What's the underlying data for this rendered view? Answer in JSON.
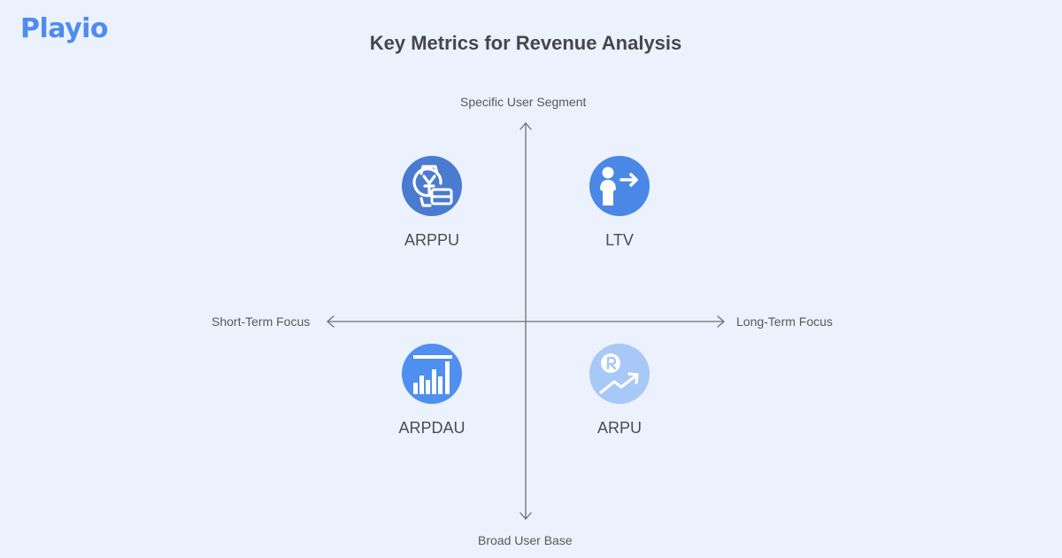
{
  "brand": {
    "logo_text": "Playio",
    "color": "#4F8BF0"
  },
  "title": "Key Metrics for Revenue Analysis",
  "axes": {
    "top": "Specific User Segment",
    "bottom": "Broad User Base",
    "left": "Short-Term Focus",
    "right": "Long-Term Focus",
    "line_color": "#6B6F75"
  },
  "quadrants": [
    {
      "position": "top-left",
      "label": "ARPPU",
      "icon": "watch-yen-card-icon",
      "color": "#4A7BD0"
    },
    {
      "position": "top-right",
      "label": "LTV",
      "icon": "person-arrow-icon",
      "color": "#4B87E5"
    },
    {
      "position": "bottom-left",
      "label": "ARPDAU",
      "icon": "bar-chart-icon",
      "color": "#4F8FF0"
    },
    {
      "position": "bottom-right",
      "label": "ARPU",
      "icon": "rupee-trend-icon",
      "color": "#A8C8F8"
    }
  ],
  "colors": {
    "background": "#EBF2FD",
    "title": "#44474B",
    "label": "#4A4D52"
  }
}
